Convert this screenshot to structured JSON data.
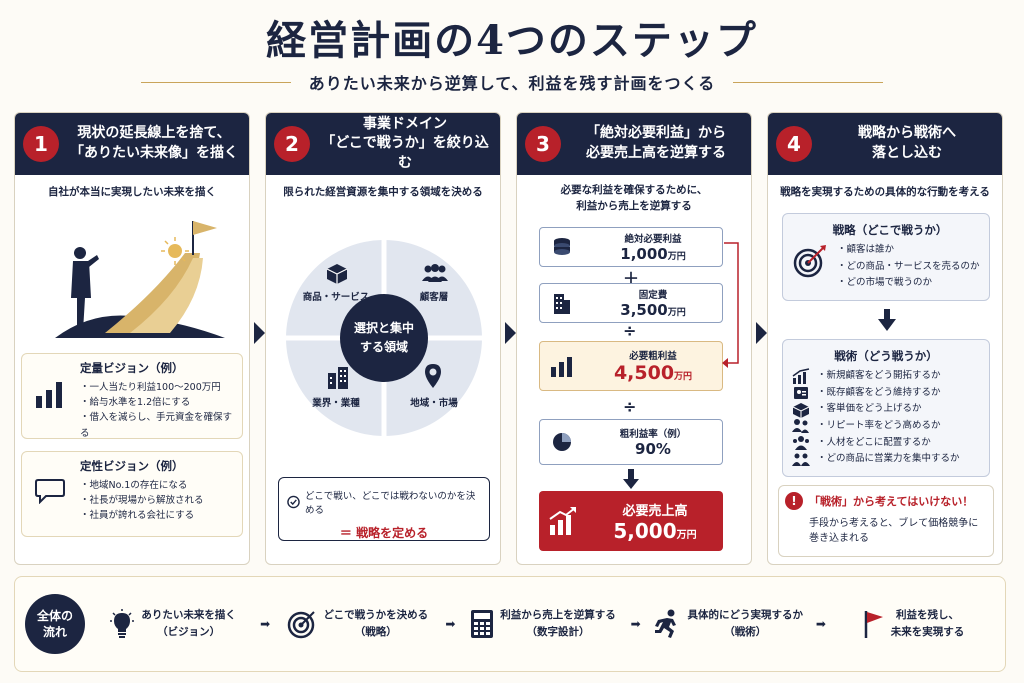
{
  "header": {
    "title_before": "経営計画の",
    "title_number": "4",
    "title_after": "つのステップ",
    "subtitle": "ありたい未来から逆算して、利益を残す計画をつくる"
  },
  "steps": [
    {
      "number": "1",
      "title_line1": "現状の延長線上を捨て、",
      "title_line2": "「ありたい未来像」を描く",
      "lead": "自社が本当に実現したい未来を描く",
      "quant_title": "定量ビジョン（例）",
      "quant_items": [
        "・一人当たり利益100〜200万円",
        "・給与水準を1.2倍にする",
        "・借入を減らし、手元資金を確保する"
      ],
      "qual_title": "定性ビジョン（例）",
      "qual_items": [
        "・地域No.1の存在になる",
        "・社長が現場から解放される",
        "・社員が誇れる会社にする"
      ]
    },
    {
      "number": "2",
      "title_line1": "事業ドメイン",
      "title_line2": "「どこで戦うか」を絞り込む",
      "lead": "限られた経営資源を集中する領域を決める",
      "quadrants": [
        "商品・サービス",
        "顧客層",
        "業界・業種",
        "地域・市場"
      ],
      "center_line1": "選択と集中",
      "center_line2": "する領域",
      "scope_text": "どこで戦い、どこでは戦わないのかを決める",
      "scope_result": "＝ 戦略を定める"
    },
    {
      "number": "3",
      "title_line1": "「絶対必要利益」から",
      "title_line2": "必要売上高を逆算する",
      "lead_line1": "必要な利益を確保するために、",
      "lead_line2": "利益から売上を逆算する",
      "items": [
        {
          "label": "絶対必要利益",
          "value": "1,000",
          "unit": "万円"
        },
        {
          "label": "固定費",
          "value": "3,500",
          "unit": "万円"
        },
        {
          "label": "必要粗利益",
          "value": "4,500",
          "unit": "万円"
        },
        {
          "label": "粗利益率（例）",
          "value": "90%",
          "unit": ""
        }
      ],
      "ops": [
        "＋",
        "÷",
        "÷"
      ],
      "result_label": "必要売上高",
      "result_value": "5,000",
      "result_unit": "万円"
    },
    {
      "number": "4",
      "title_line1": "戦略から戦術へ",
      "title_line2": "落とし込む",
      "lead": "戦略を実現するための具体的な行動を考える",
      "strategy_title": "戦略（どこで戦うか）",
      "strategy_items": [
        "・顧客は誰か",
        "・どの商品・サービスを売るのか",
        "・どの市場で戦うのか"
      ],
      "tactic_title": "戦術（どう戦うか）",
      "tactic_items": [
        "・新規顧客をどう開拓するか",
        "・既存顧客をどう維持するか",
        "・客単価をどう上げるか",
        "・リピート率をどう高めるか",
        "・人材をどこに配置するか",
        "・どの商品に営業力を集中するか"
      ],
      "warn_title": "「戦術」から考えてはいけない！",
      "warn_line1": "手段から考えると、ブレて価格競争に",
      "warn_line2": "巻き込まれる"
    }
  ],
  "flow": {
    "badge_line1": "全体の",
    "badge_line2": "流れ",
    "steps": [
      {
        "line1": "ありたい未来を描く",
        "line2": "（ビジョン）"
      },
      {
        "line1": "どこで戦うかを決める",
        "line2": "（戦略）"
      },
      {
        "line1": "利益から売上を逆算する",
        "line2": "（数字設計）"
      },
      {
        "line1": "具体的にどう実現するか",
        "line2": "（戦術）"
      },
      {
        "line1": "利益を残し、",
        "line2": "未来を実現する"
      }
    ]
  },
  "colors": {
    "navy": "#1c2541",
    "red": "#b8212a",
    "gold": "#c9a45a"
  }
}
